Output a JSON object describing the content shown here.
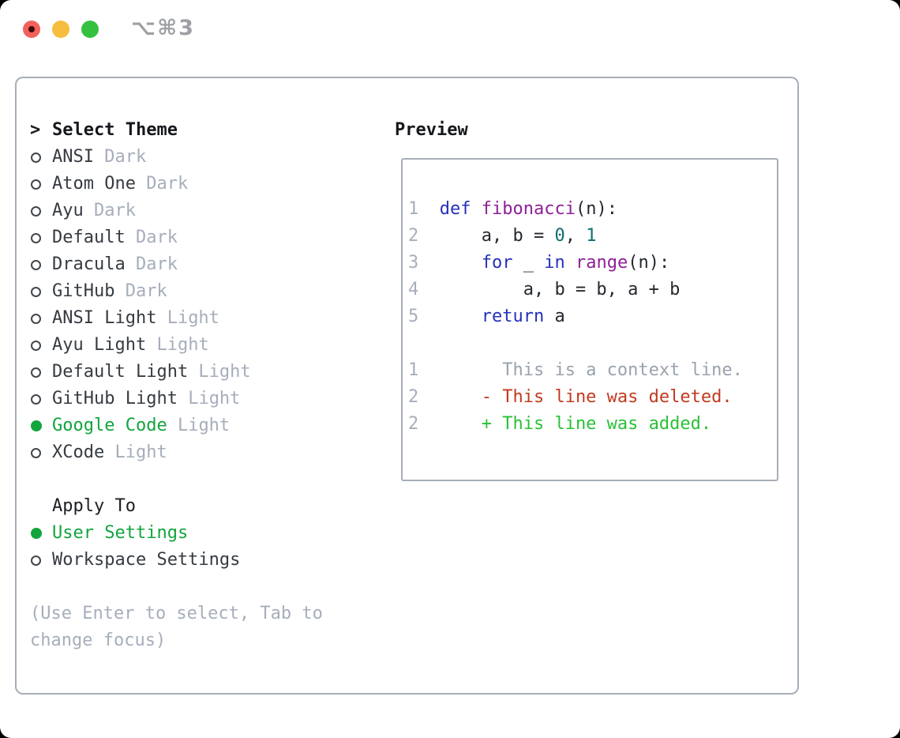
{
  "window": {
    "title_shortcut": "⌥⌘3"
  },
  "theme_panel": {
    "header_prefix": ">",
    "header_label": "Select Theme",
    "items": [
      {
        "id": "ansi-dark",
        "name": "ANSI",
        "variant": "Dark",
        "selected": false
      },
      {
        "id": "atom-one-dark",
        "name": "Atom One",
        "variant": "Dark",
        "selected": false
      },
      {
        "id": "ayu-dark",
        "name": "Ayu",
        "variant": "Dark",
        "selected": false
      },
      {
        "id": "default-dark",
        "name": "Default",
        "variant": "Dark",
        "selected": false
      },
      {
        "id": "dracula-dark",
        "name": "Dracula",
        "variant": "Dark",
        "selected": false
      },
      {
        "id": "github-dark",
        "name": "GitHub",
        "variant": "Dark",
        "selected": false
      },
      {
        "id": "ansi-light",
        "name": "ANSI Light",
        "variant": "Light",
        "selected": false
      },
      {
        "id": "ayu-light",
        "name": "Ayu Light",
        "variant": "Light",
        "selected": false
      },
      {
        "id": "default-light",
        "name": "Default Light",
        "variant": "Light",
        "selected": false
      },
      {
        "id": "github-light",
        "name": "GitHub Light",
        "variant": "Light",
        "selected": false
      },
      {
        "id": "google-code-light",
        "name": "Google Code",
        "variant": "Light",
        "selected": true
      },
      {
        "id": "xcode-light",
        "name": "XCode",
        "variant": "Light",
        "selected": false
      }
    ],
    "apply_to_label": "Apply To",
    "apply_to_options": [
      {
        "id": "user-settings",
        "label": "User Settings",
        "selected": true
      },
      {
        "id": "workspace-settings",
        "label": "Workspace Settings",
        "selected": false
      }
    ],
    "hint": "(Use Enter to select, Tab to change focus)"
  },
  "preview": {
    "label": "Preview",
    "lines": [
      {
        "segs": [
          {
            "t": "1  ",
            "c": "ln"
          },
          {
            "t": "def",
            "c": "kw"
          },
          {
            "t": " ",
            "c": "pl"
          },
          {
            "t": "fibonacci",
            "c": "fn"
          },
          {
            "t": "(n):",
            "c": "pl"
          }
        ]
      },
      {
        "segs": [
          {
            "t": "2  ",
            "c": "ln"
          },
          {
            "t": "    a, b = ",
            "c": "pl"
          },
          {
            "t": "0",
            "c": "lit"
          },
          {
            "t": ", ",
            "c": "pl"
          },
          {
            "t": "1",
            "c": "lit"
          }
        ]
      },
      {
        "segs": [
          {
            "t": "3  ",
            "c": "ln"
          },
          {
            "t": "    ",
            "c": "pl"
          },
          {
            "t": "for",
            "c": "kw"
          },
          {
            "t": " _ ",
            "c": "pl"
          },
          {
            "t": "in",
            "c": "kw"
          },
          {
            "t": " ",
            "c": "pl"
          },
          {
            "t": "range",
            "c": "fn"
          },
          {
            "t": "(n):",
            "c": "pl"
          }
        ]
      },
      {
        "segs": [
          {
            "t": "4  ",
            "c": "ln"
          },
          {
            "t": "        a, b = b, a + b",
            "c": "pl"
          }
        ]
      },
      {
        "segs": [
          {
            "t": "5  ",
            "c": "ln"
          },
          {
            "t": "    ",
            "c": "pl"
          },
          {
            "t": "return",
            "c": "kw"
          },
          {
            "t": " a",
            "c": "pl"
          }
        ]
      },
      {
        "segs": []
      },
      {
        "segs": [
          {
            "t": "1  ",
            "c": "ln"
          },
          {
            "t": "      This is a context line.",
            "c": "ctx"
          }
        ]
      },
      {
        "segs": [
          {
            "t": "2  ",
            "c": "ln"
          },
          {
            "t": "    ",
            "c": "pl"
          },
          {
            "t": "- This line was deleted.",
            "c": "del"
          }
        ]
      },
      {
        "segs": [
          {
            "t": "2  ",
            "c": "ln"
          },
          {
            "t": "    ",
            "c": "pl"
          },
          {
            "t": "+ This line was added.",
            "c": "add"
          }
        ]
      }
    ]
  },
  "colors": {
    "selected_green": "#12a43e",
    "diff_added_green": "#2ac137",
    "diff_deleted_red": "#c23a20",
    "keyword_blue": "#2531ba",
    "function_purple": "#8d2096",
    "literal_teal": "#0e6d6e",
    "muted_gray": "#a6aebb",
    "border_gray": "#a7aeb9",
    "traffic_close": "#f4615c",
    "traffic_minimize": "#f6bd3e",
    "traffic_zoom": "#35c13f"
  }
}
